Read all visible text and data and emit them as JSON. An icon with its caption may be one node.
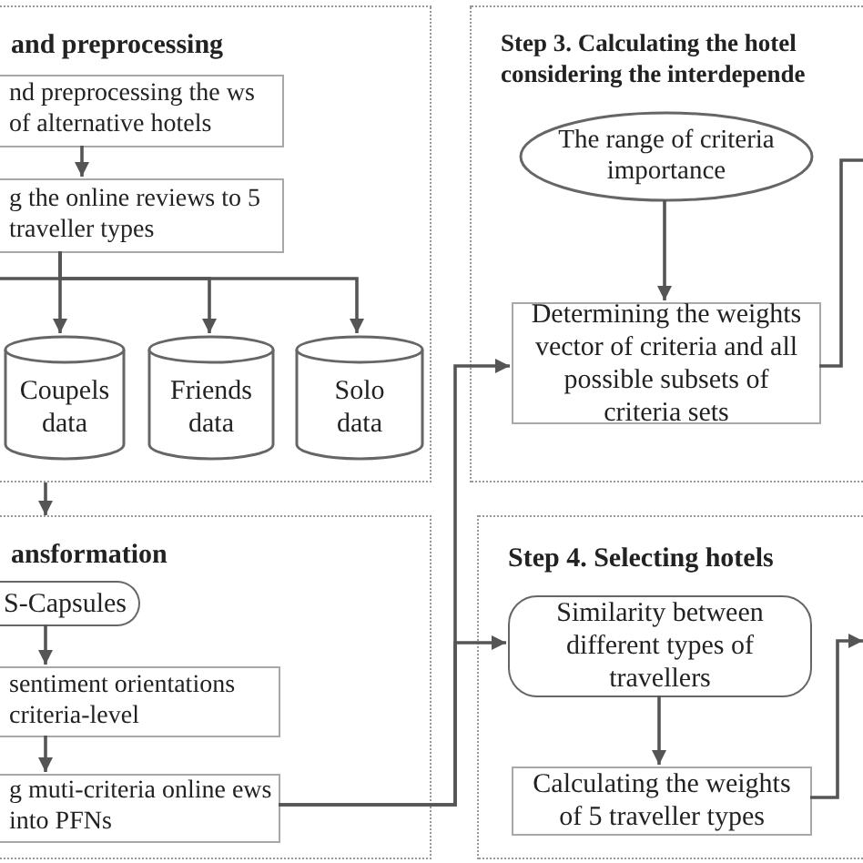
{
  "diagram": {
    "nodes": [
      {
        "text": [
          "and preprocessing"
        ]
      },
      {
        "text": [
          "nd preprocessing the ws of alternative hotels"
        ],
        "in": 0
      },
      {
        "text": [
          "g the online reviews to 5 traveller types"
        ],
        "in": 0
      },
      {
        "text": [
          "Coupels data"
        ],
        "in": 0
      },
      {
        "text": [
          "Friends data"
        ],
        "in": 0
      },
      {
        "text": [
          "Solo data"
        ],
        "in": 0
      },
      {
        "text": [
          "ansformation"
        ]
      },
      {
        "text": [
          "S-Capsules"
        ],
        "in": 6
      },
      {
        "text": [
          "sentiment orientations criteria-level"
        ],
        "in": 6
      },
      {
        "text": [
          "g muti-criteria online ews into PFNs"
        ],
        "in": 6
      },
      {
        "text": [
          "Step 3.  Calculating the hotel considering the interdepende"
        ]
      },
      {
        "text": [
          "The range of criteria importance"
        ],
        "in": 10
      },
      {
        "text": [
          "Determining the weights vector of criteria and all possible subsets of criteria sets"
        ],
        "in": 10
      },
      {
        "text": [
          "Step 4. Selecting hotels"
        ]
      },
      {
        "text": [
          "Similarity between different types of travellers"
        ],
        "in": 13
      },
      {
        "text": [
          "Calculating the weights of 5 traveller types"
        ],
        "in": 13
      }
    ],
    "edges": [
      {
        "from": 1,
        "to": 2,
        "arrow": "to"
      },
      {
        "from": 2,
        "to": 3,
        "arrow": "to"
      },
      {
        "from": 2,
        "to": 4,
        "arrow": "to"
      },
      {
        "from": 2,
        "to": 5,
        "arrow": "to"
      },
      {
        "from": 2,
        "to": null,
        "arrow": "none"
      },
      {
        "from": 0,
        "to": 6,
        "arrow": "to"
      },
      {
        "from": 7,
        "to": 8,
        "arrow": "to"
      },
      {
        "from": 8,
        "to": 9,
        "arrow": "to"
      },
      {
        "from": 9,
        "to": 12,
        "arrow": "to"
      },
      {
        "from": 9,
        "to": 14,
        "arrow": "to"
      },
      {
        "from": 11,
        "to": 12,
        "arrow": "to"
      },
      {
        "from": 12,
        "to": null,
        "arrow": "none"
      },
      {
        "from": 14,
        "to": 15,
        "arrow": "to"
      },
      {
        "from": 15,
        "to": null,
        "arrow": "to"
      }
    ]
  }
}
